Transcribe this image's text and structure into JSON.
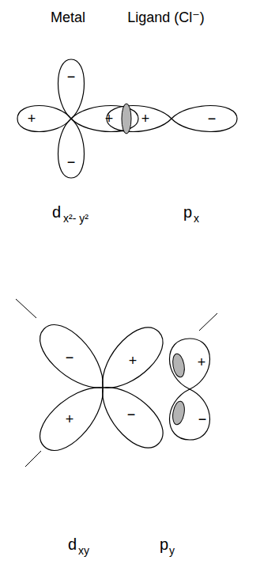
{
  "diagram": {
    "labels": [
      "Metal",
      "Ligand (Cl⁻)",
      "−",
      "+",
      "+",
      "+",
      "−",
      "−",
      "d",
      "x²- y²",
      "p",
      "x",
      "−",
      "+",
      "+",
      "−",
      "+",
      "−",
      "d",
      "xy",
      "p",
      "y"
    ]
  }
}
